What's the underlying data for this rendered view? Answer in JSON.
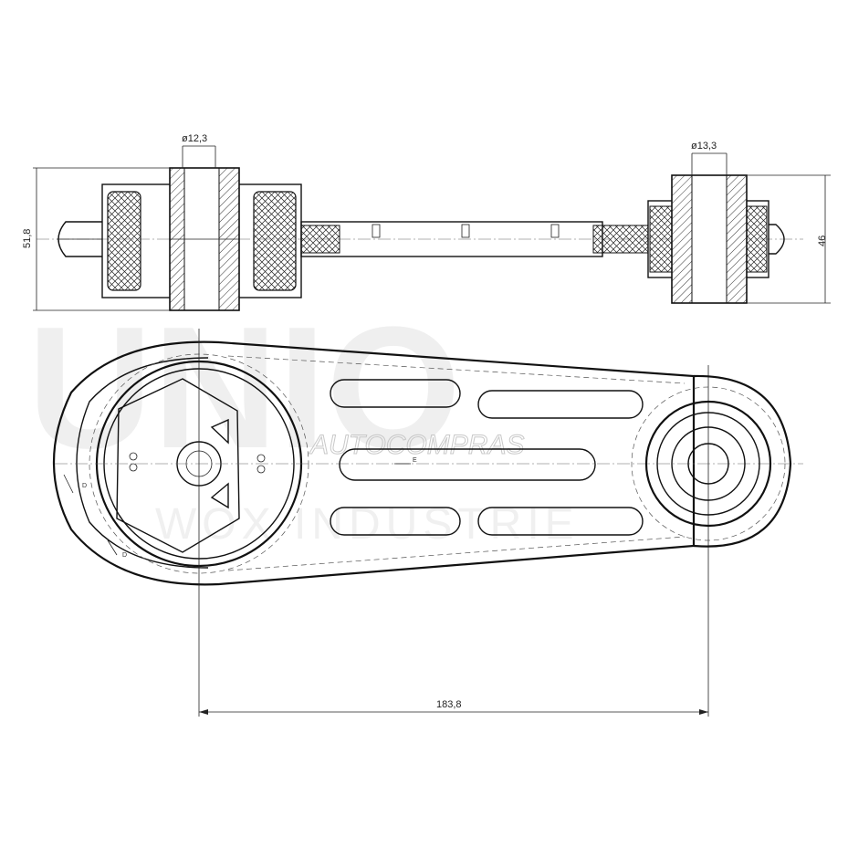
{
  "watermark": {
    "brand": "UNIO",
    "site": "AUTOCOMPRAS",
    "company": "WOX INDUSTRIE"
  },
  "dimensions": {
    "left_bore_diameter": "ø12,3",
    "right_bore_diameter": "ø13,3",
    "left_height": "51,8",
    "right_height": "46",
    "center_distance": "183,8"
  },
  "markers": {
    "d_upper": "D",
    "d_lower": "D",
    "e_label": "E"
  }
}
